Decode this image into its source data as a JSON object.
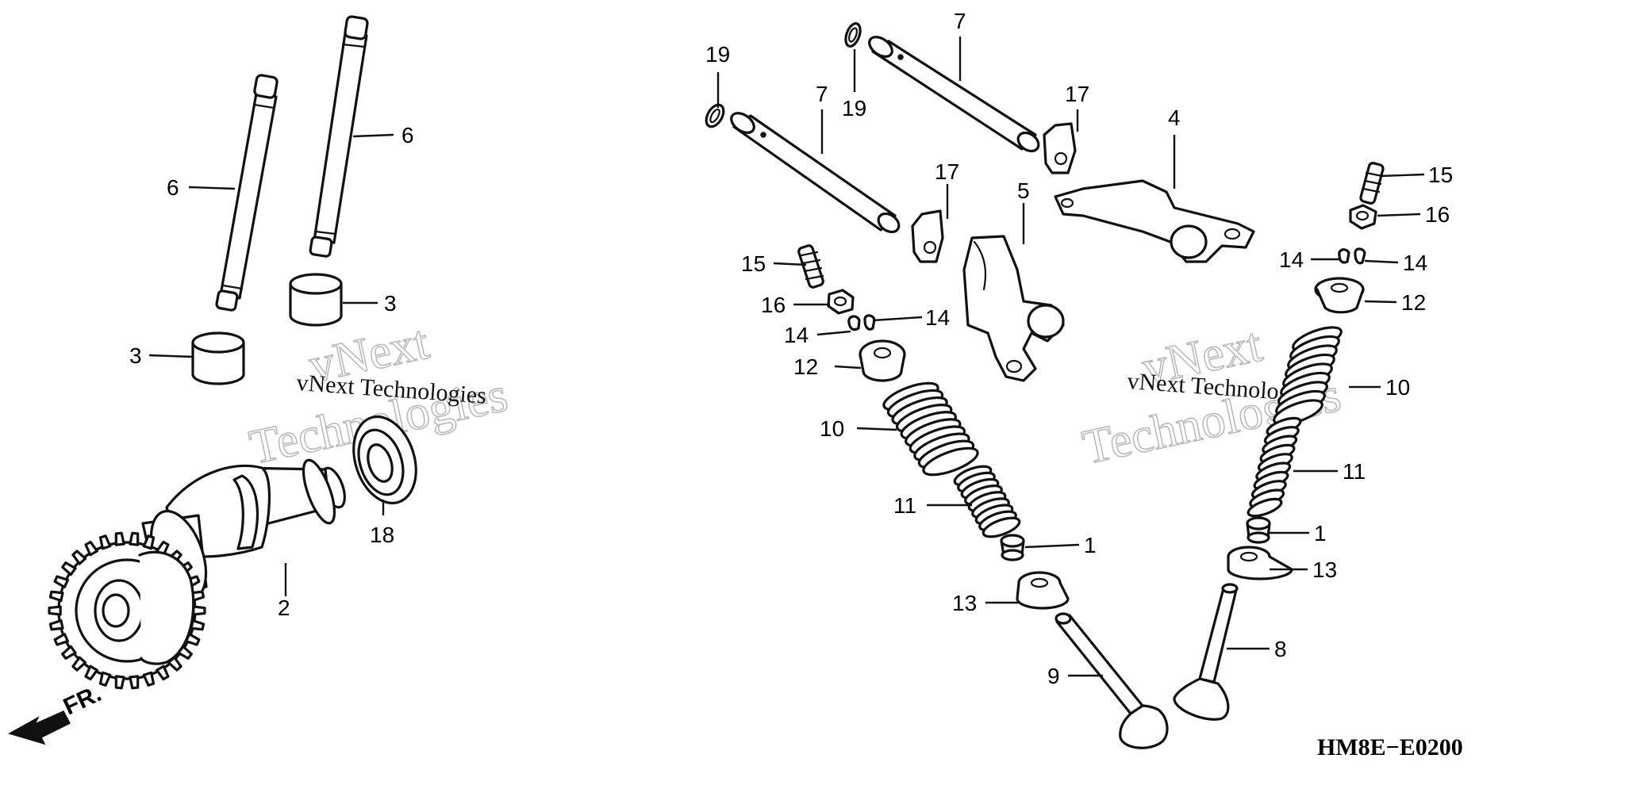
{
  "diagram": {
    "code": "HM8E−E0200",
    "direction_label": "FR.",
    "watermark": {
      "brand": "vNext",
      "company": "Technologies",
      "full": "vNext Technologies"
    },
    "callouts": [
      {
        "id": "c1a",
        "text": "1"
      },
      {
        "id": "c1b",
        "text": "1"
      },
      {
        "id": "c2",
        "text": "2"
      },
      {
        "id": "c3a",
        "text": "3"
      },
      {
        "id": "c3b",
        "text": "3"
      },
      {
        "id": "c4",
        "text": "4"
      },
      {
        "id": "c5",
        "text": "5"
      },
      {
        "id": "c6a",
        "text": "6"
      },
      {
        "id": "c6b",
        "text": "6"
      },
      {
        "id": "c7a",
        "text": "7"
      },
      {
        "id": "c7b",
        "text": "7"
      },
      {
        "id": "c8",
        "text": "8"
      },
      {
        "id": "c9",
        "text": "9"
      },
      {
        "id": "c10a",
        "text": "10"
      },
      {
        "id": "c10b",
        "text": "10"
      },
      {
        "id": "c11a",
        "text": "11"
      },
      {
        "id": "c11b",
        "text": "11"
      },
      {
        "id": "c12a",
        "text": "12"
      },
      {
        "id": "c12b",
        "text": "12"
      },
      {
        "id": "c13a",
        "text": "13"
      },
      {
        "id": "c13b",
        "text": "13"
      },
      {
        "id": "c14a",
        "text": "14"
      },
      {
        "id": "c14b",
        "text": "14"
      },
      {
        "id": "c14c",
        "text": "14"
      },
      {
        "id": "c14d",
        "text": "14"
      },
      {
        "id": "c15a",
        "text": "15"
      },
      {
        "id": "c15b",
        "text": "15"
      },
      {
        "id": "c16a",
        "text": "16"
      },
      {
        "id": "c16b",
        "text": "16"
      },
      {
        "id": "c17a",
        "text": "17"
      },
      {
        "id": "c17b",
        "text": "17"
      },
      {
        "id": "c18",
        "text": "18"
      },
      {
        "id": "c19a",
        "text": "19"
      },
      {
        "id": "c19b",
        "text": "19"
      }
    ]
  }
}
